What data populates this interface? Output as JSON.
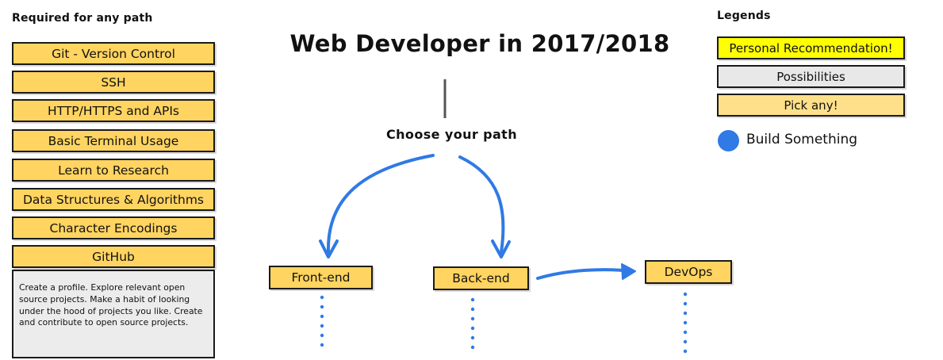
{
  "required": {
    "heading": "Required for any path",
    "items": [
      "Git - Version Control",
      "SSH",
      "HTTP/HTTPS and APIs",
      "Basic Terminal Usage",
      "Learn to Research",
      "Data Structures & Algorithms",
      "Character Encodings",
      "GitHub"
    ],
    "description": "Create a profile. Explore relevant open source projects. Make a habit of looking under the hood of projects you like. Create and contribute to open source projects."
  },
  "title": "Web Developer in 2017/2018",
  "choose_path": "Choose your path",
  "paths": {
    "frontend": "Front-end",
    "backend": "Back-end",
    "devops": "DevOps"
  },
  "legend": {
    "heading": "Legends",
    "personal": "Personal Recommendation!",
    "possibilities": "Possibilities",
    "pick_any": "Pick any!",
    "build": "Build Something"
  },
  "colors": {
    "item_yellow": "#ffd460",
    "personal_yellow": "#ffff00",
    "pick_any_yellow": "#ffe08a",
    "possibilities_gray": "#e8e8e8",
    "arrow_blue": "#2f7ae5",
    "build_dot_blue": "#2f7ae5"
  }
}
